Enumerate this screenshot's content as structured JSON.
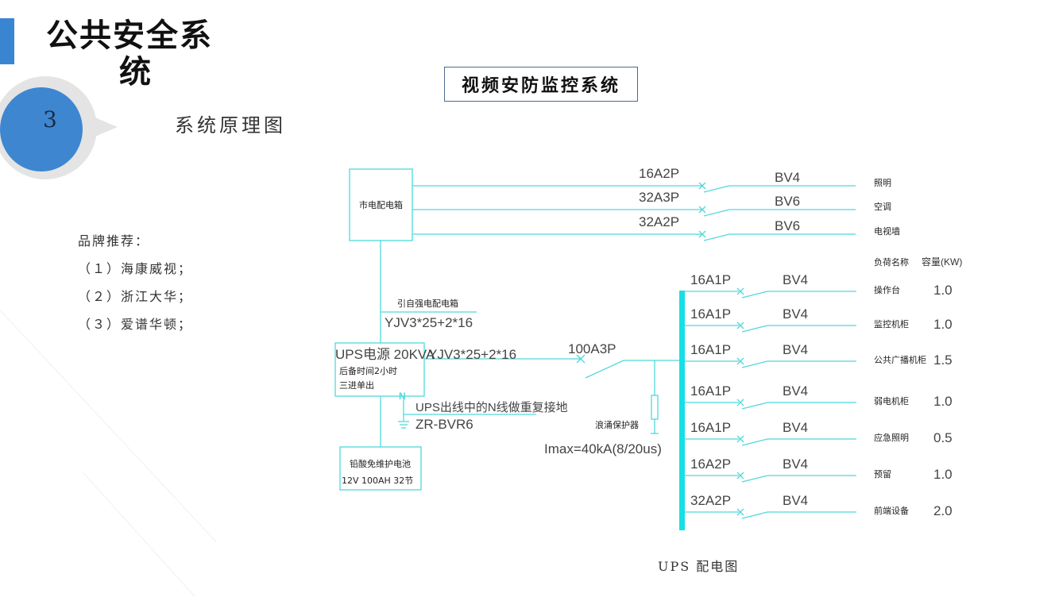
{
  "header": {
    "title_line1": "公共安全系",
    "title_line2": "统",
    "section_number": "3",
    "subtitle": "系统原理图"
  },
  "diagram_title": "视频安防监控系统",
  "brand": {
    "heading": "品牌推荐：",
    "items": [
      "（１）海康威视；",
      "（２）浙江大华；",
      "（３）爱谱华顿；"
    ]
  },
  "mains_box": {
    "label": "市电配电箱",
    "circuits": [
      {
        "breaker": "16A2P",
        "cable": "BV4",
        "load": "照明"
      },
      {
        "breaker": "32A3P",
        "cable": "BV6",
        "load": "空调"
      },
      {
        "breaker": "32A2P",
        "cable": "BV6",
        "load": "电视墙"
      }
    ]
  },
  "feeder": {
    "label": "引自强电配电箱",
    "cable": "YJV3*25+2*16"
  },
  "ups_box": {
    "line1": "UPS电源 20KVA",
    "line2": "后备时间2小时",
    "line3": "三进单出",
    "output_cable": "YJV3*25+2*16",
    "neutral_mark": "N",
    "grounding_note": "UPS出线中的N线做重复接地",
    "grounding_cable": "ZR-BVR6"
  },
  "battery_box": {
    "line1": "铅酸免维护电池",
    "line2": "12V 100AH 32节"
  },
  "main_breaker": "100A3P",
  "surge_protector": {
    "label": "浪涌保护器",
    "rating": "Imax=40kA(8/20us)"
  },
  "load_table": {
    "header_name": "负荷名称",
    "header_capacity": "容量(KW)",
    "rows": [
      {
        "breaker": "16A1P",
        "cable": "BV4",
        "load": "操作台",
        "capacity": "1.0"
      },
      {
        "breaker": "16A1P",
        "cable": "BV4",
        "load": "监控机柜",
        "capacity": "1.0"
      },
      {
        "breaker": "16A1P",
        "cable": "BV4",
        "load": "公共广播机柜",
        "capacity": "1.5"
      },
      {
        "breaker": "16A1P",
        "cable": "BV4",
        "load": "弱电机柜",
        "capacity": "1.0"
      },
      {
        "breaker": "16A1P",
        "cable": "BV4",
        "load": "应急照明",
        "capacity": "0.5"
      },
      {
        "breaker": "16A2P",
        "cable": "BV4",
        "load": "预留",
        "capacity": "1.0"
      },
      {
        "breaker": "32A2P",
        "cable": "BV4",
        "load": "前端设备",
        "capacity": "2.0"
      }
    ]
  },
  "caption": "UPS 配电图",
  "colors": {
    "accent": "#3a85d2",
    "badge_ring": "#e4e4e4",
    "wire": "#4fd8dc",
    "busbar": "#18dfe6"
  }
}
